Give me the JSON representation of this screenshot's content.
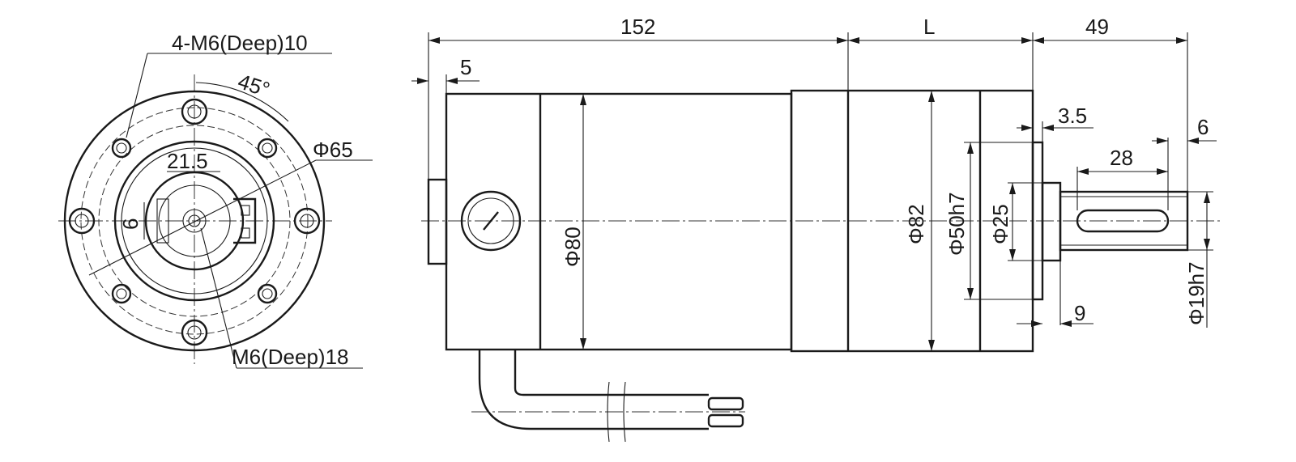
{
  "front_view": {
    "hole_callout": "4-M6(Deep)10",
    "bolt_angle": "45°",
    "pitch_circle": "Φ65",
    "key_width": "21.5",
    "keyway_depth": "6",
    "center_tap": "M6(Deep)18"
  },
  "side_view": {
    "motor_length": "152",
    "gearbox_length": "L",
    "shaft_length": "49",
    "rear_offset": "5",
    "pilot_thickness": "3.5",
    "shaft_tip": "6",
    "key_length": "28",
    "collar_length": "9",
    "motor_diameter": "Φ80",
    "gearbox_diameter": "Φ82",
    "pilot_diameter": "Φ50h7",
    "collar_diameter": "Φ25",
    "shaft_diameter": "Φ19h7"
  },
  "colors": {
    "ink": "#1a1a1a",
    "background": "#ffffff"
  }
}
